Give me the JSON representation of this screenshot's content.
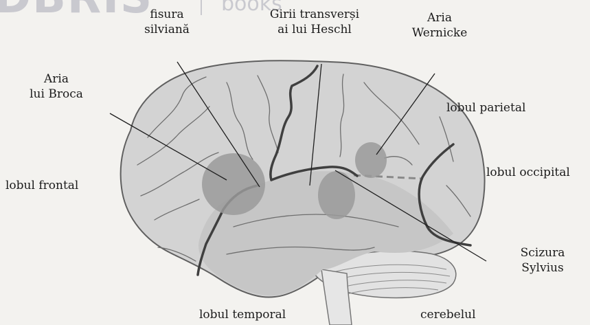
{
  "watermark": {
    "brand": "DBRIS",
    "word": "books"
  },
  "labels": {
    "fisura_silviana": [
      "fisura",
      "silviană"
    ],
    "girii_heschl": [
      "Girii transverși",
      "ai lui Heschl"
    ],
    "aria_wernicke": [
      "Aria",
      "Wernicke"
    ],
    "aria_broca": [
      "Aria",
      "lui Broca"
    ],
    "lobul_parietal": "lobul parietal",
    "lobul_occipital": "lobul occipital",
    "lobul_frontal": "lobul frontal",
    "scizura_sylvius": [
      "Scizura",
      "Sylvius"
    ],
    "lobul_temporal": "lobul temporal",
    "cerebelul": "cerebelul"
  },
  "colors": {
    "brain_fill": "#d3d3d3",
    "temporal_fill": "#c4c4c4",
    "area_fill": "#9a9a9a",
    "sulcus": "#6f6f6f",
    "fissure": "#3e3e3e",
    "leader": "#1e1e1e"
  }
}
